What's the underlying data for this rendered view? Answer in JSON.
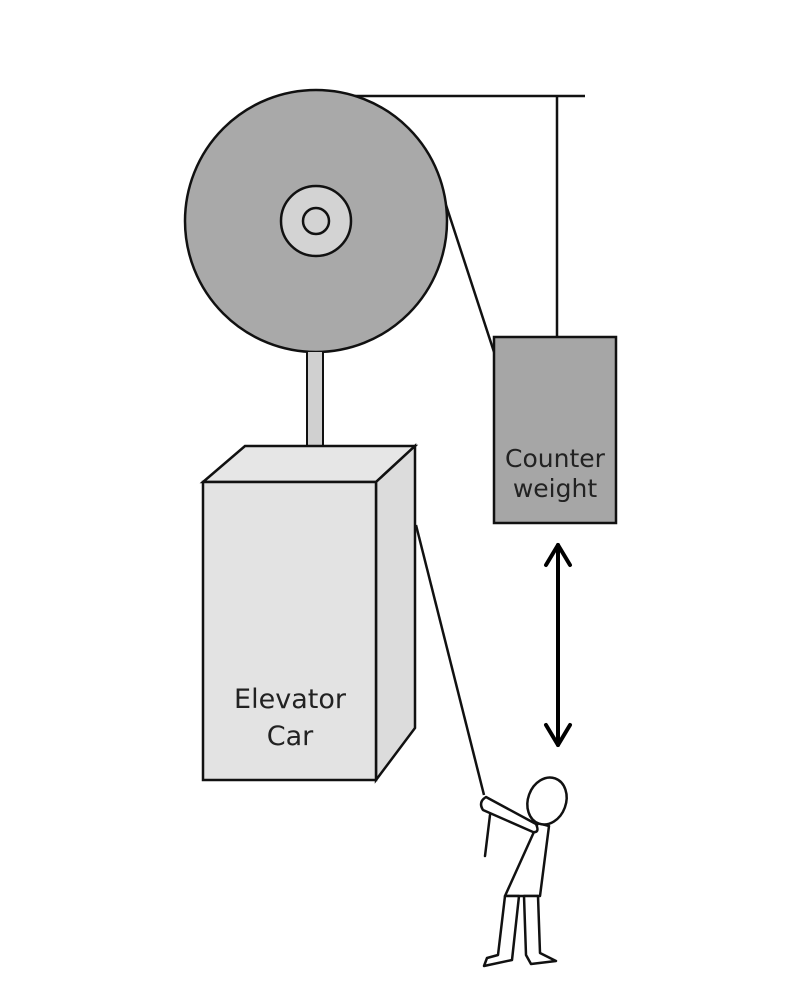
{
  "diagram": {
    "subject": "Elevator pulley system with counterweight",
    "labels": {
      "car_line1": "Elevator",
      "car_line2": "Car",
      "counter_line1": "Counter",
      "counter_line2": "weight"
    },
    "colors": {
      "pulley": "#a9a9a9",
      "hub": "#d3d3d3",
      "car_front": "#e3e3e3",
      "car_side": "#dadada",
      "counterweight": "#a6a6a6",
      "stroke": "#111111"
    }
  }
}
